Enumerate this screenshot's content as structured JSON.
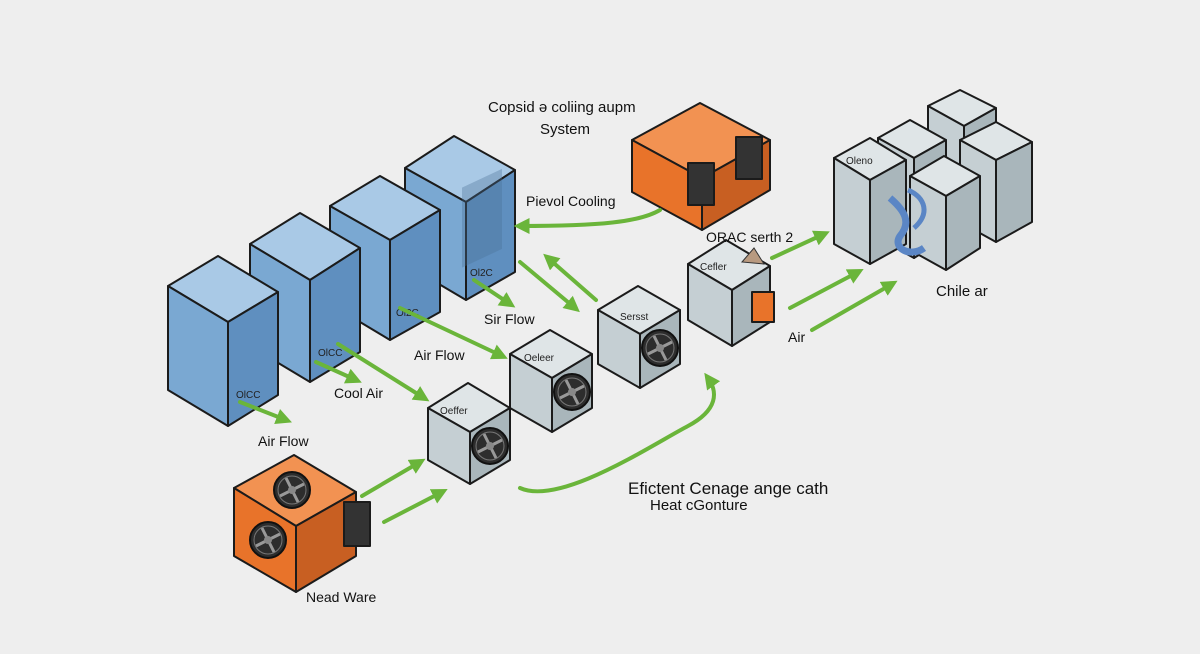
{
  "title": [
    "Copsid ə coliing aupm",
    "System"
  ],
  "labels": {
    "pievol_cooling": "Pievol Cooling",
    "orac_serth": "ORAC serth 2",
    "sir_flow": "Sir Flow",
    "air_flow_mid": "Air Flow",
    "cool_air": "Cool Air",
    "air_flow_left": "Air Flow",
    "neat_ware": "Nead Ware",
    "efficient": [
      "Efictent Cenage ange cath",
      "Heat cGonture"
    ],
    "air_right": "Air",
    "chiller": "Chile ar"
  },
  "unit_labels": {
    "unit1": "Oeffer",
    "unit2": "Oeleer",
    "unit3": "Sersst",
    "unit4": "Cefler",
    "rack_text": [
      "Ol2C",
      "Ol2C",
      "OlCC",
      "OlCC"
    ],
    "chiller_small": "Oleno"
  },
  "colors": {
    "server_blue": "#7aa8d2",
    "unit_gray": "#c5cfd3",
    "orange": "#e8732a",
    "arrow_green": "#6ab53a",
    "pipe_blue": "#5b86c5",
    "background": "#eeeeee"
  },
  "icons": [
    "fan-icon",
    "arrow-icon",
    "pipe-icon",
    "display-panel-icon"
  ]
}
